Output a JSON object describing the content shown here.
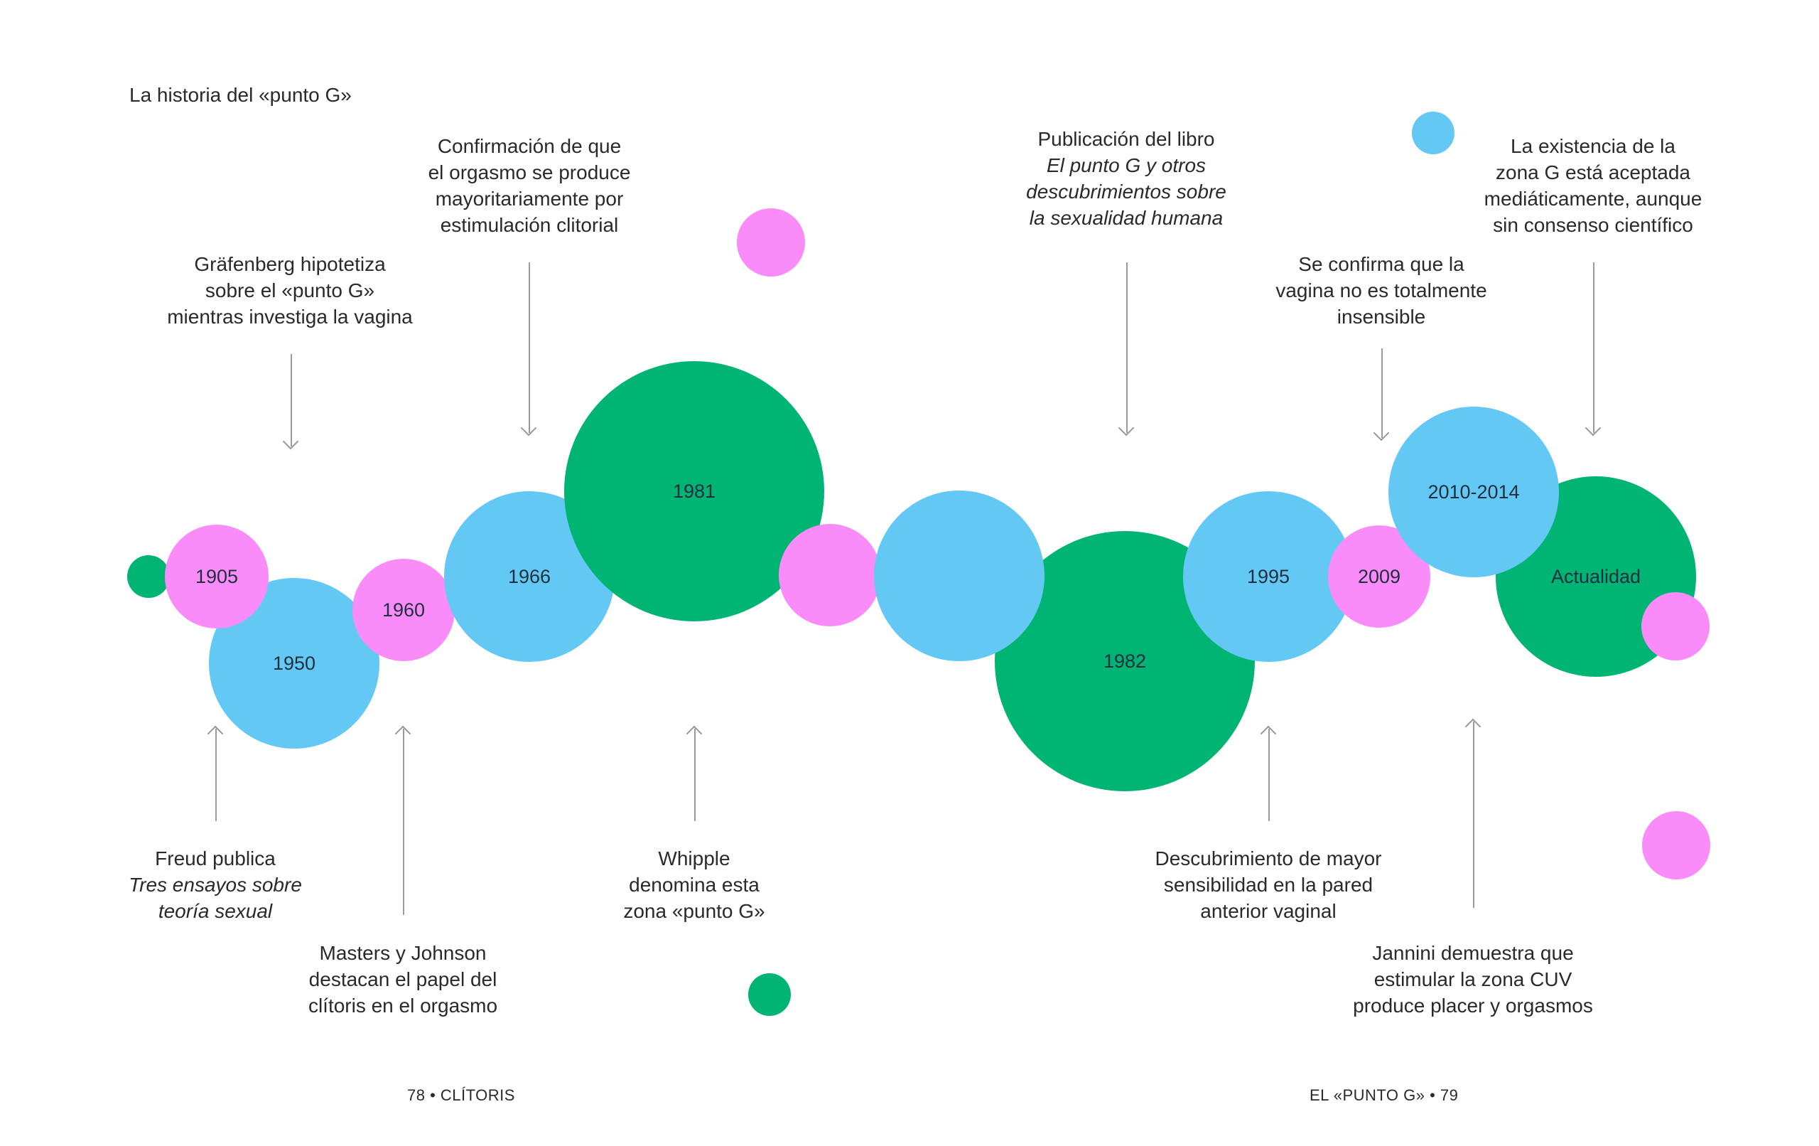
{
  "title": "La historia del «punto G»",
  "colors": {
    "green": "#00b473",
    "blue": "#64c8f5",
    "pink": "#fa8cfa"
  },
  "circles": {
    "c1905": "1905",
    "c1950": "1950",
    "c1960": "1960",
    "c1966": "1966",
    "c1981": "1981",
    "c1982": "1982",
    "c1995": "1995",
    "c2009": "2009",
    "c2010": "2010-2014",
    "cActual": "Actualidad"
  },
  "events": {
    "e1905": {
      "l1": "Freud publica",
      "l2": "Tres ensayos sobre",
      "l3": "teoría sexual"
    },
    "e1950": {
      "l1": "Gräfenberg hipotetiza",
      "l2": "sobre el «punto G»",
      "l3": "mientras investiga la vagina"
    },
    "e1960": {
      "l1": "Masters y Johnson",
      "l2": "destacan el papel del",
      "l3": "clítoris en el orgasmo"
    },
    "e1966": {
      "l1": "Confirmación de que",
      "l2": "el orgasmo se produce",
      "l3": "mayoritariamente por",
      "l4": "estimulación clitorial"
    },
    "e1981": {
      "l1": "Whipple",
      "l2": "denomina esta",
      "l3": "zona «punto G»"
    },
    "e1982": {
      "l1": "Publicación del libro",
      "l2": "El punto G y otros",
      "l3": "descubrimientos sobre",
      "l4": "la sexualidad humana"
    },
    "e1995": {
      "l1": "Descubrimiento de mayor",
      "l2": "sensibilidad en la pared",
      "l3": "anterior vaginal"
    },
    "e2009": {
      "l1": "Se confirma que la",
      "l2": "vagina no es totalmente",
      "l3": "insensible"
    },
    "e2010": {
      "l1": "Jannini demuestra que",
      "l2": "estimular la zona CUV",
      "l3": "produce placer y orgasmos"
    },
    "eActual": {
      "l1": "La existencia de la",
      "l2": "zona G está aceptada",
      "l3": "mediáticamente, aunque",
      "l4": "sin consenso científico"
    }
  },
  "folio_left": "78 • CLÍTORIS",
  "folio_right": "EL «PUNTO G» • 79"
}
